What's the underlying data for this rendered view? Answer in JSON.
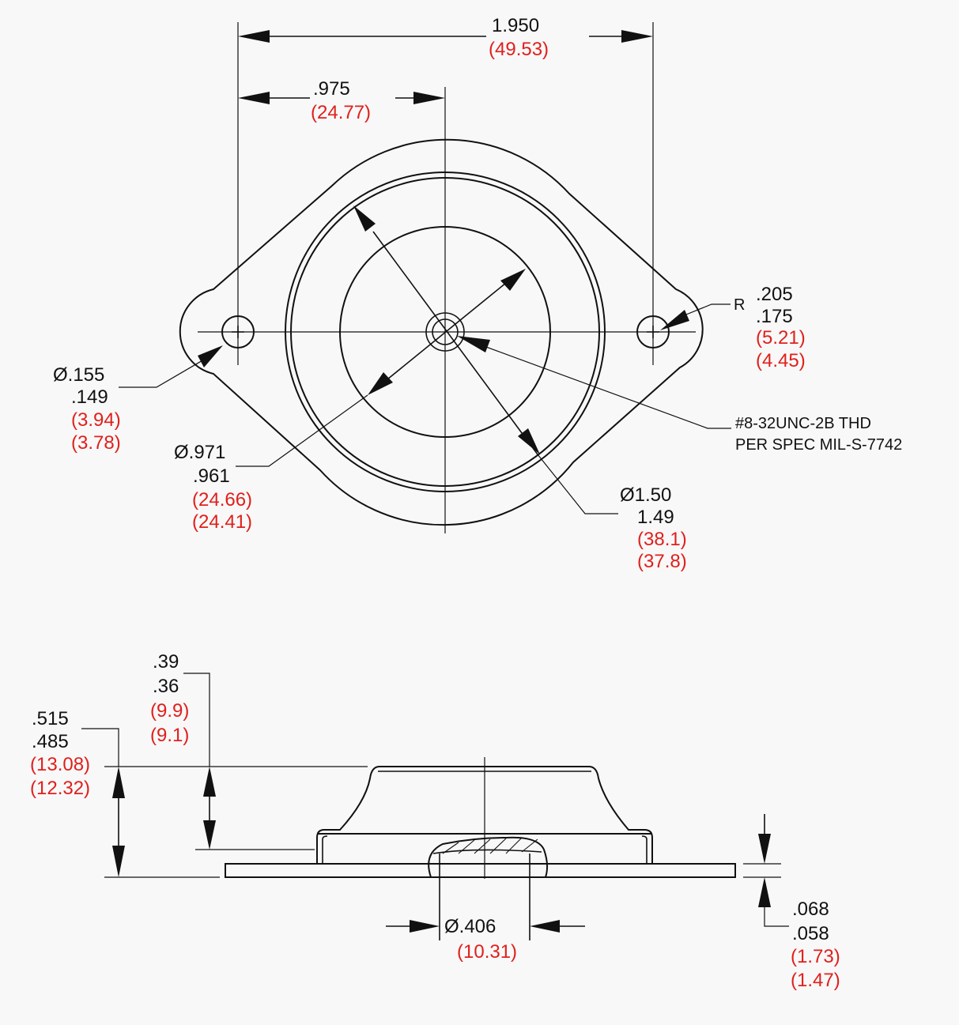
{
  "colors": {
    "primary": "#111111",
    "metric": "#e0201c",
    "background": "#f8f8f8"
  },
  "top_view": {
    "overall_width": {
      "in": "1.950",
      "mm": "(49.53)"
    },
    "half_width": {
      "in": ".975",
      "mm": "(24.77)"
    },
    "corner_radius": {
      "prefix": "R",
      "max": ".205",
      "min": ".175",
      "max_mm": "(5.21)",
      "min_mm": "(4.45)"
    },
    "mount_hole": {
      "max": "Ø.155",
      "min": ".149",
      "max_mm": "(3.94)",
      "min_mm": "(3.78)"
    },
    "inner_dia": {
      "max": "Ø.971",
      "min": ".961",
      "max_mm": "(24.66)",
      "min_mm": "(24.41)"
    },
    "outer_dia": {
      "max": "Ø1.50",
      "min": "1.49",
      "max_mm": "(38.1)",
      "min_mm": "(37.8)"
    },
    "thread_note": {
      "line1": "#8-32UNC-2B THD",
      "line2": "PER SPEC MIL-S-7742"
    }
  },
  "side_view": {
    "overall_height": {
      "max": ".515",
      "min": ".485",
      "max_mm": "(13.08)",
      "min_mm": "(12.32)"
    },
    "body_height": {
      "max": ".39",
      "min": ".36",
      "max_mm": "(9.9)",
      "min_mm": "(9.1)"
    },
    "base_thickness": {
      "max": ".068",
      "min": ".058",
      "max_mm": "(1.73)",
      "min_mm": "(1.47)"
    },
    "bore_dia": {
      "in": "Ø.406",
      "mm": "(10.31)"
    }
  }
}
